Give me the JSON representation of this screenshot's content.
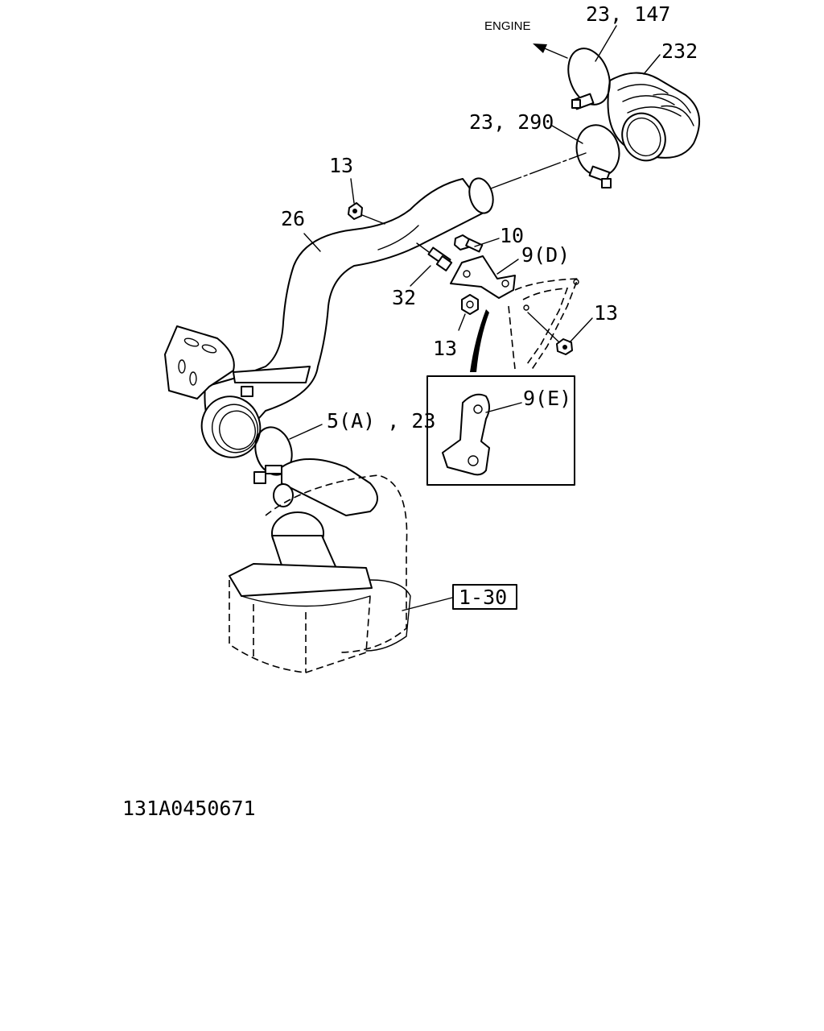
{
  "labels": {
    "engine": "ENGINE",
    "clamp_upper": "23, 147",
    "hose_232": "232",
    "clamp_middle": "23, 290",
    "nut_13_top": "13",
    "pipe_26": "26",
    "bolt_10": "10",
    "bracket_9d": "9(D)",
    "stud_32": "32",
    "nut_13_right": "13",
    "nut_13_lower": "13",
    "bracket_9e": "9(E)",
    "clamp_lower": "5(A) , 23",
    "ref_1_30": "1-30",
    "drawing_no": "131A0450671"
  }
}
